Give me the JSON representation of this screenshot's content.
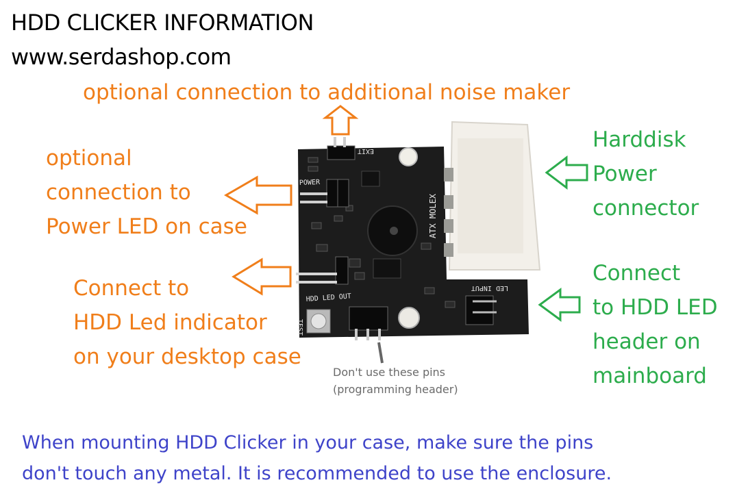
{
  "header": {
    "title": "HDD CLICKER INFORMATION",
    "website": "www.serdashop.com"
  },
  "labels": {
    "noise_maker": "optional connection to additional noise maker",
    "power_led": [
      "optional",
      "connection to",
      "Power LED on case"
    ],
    "hdd_led_out": [
      "Connect to",
      "HDD Led indicator",
      "on  your desktop case"
    ],
    "harddisk_power": [
      "Harddisk",
      "Power",
      "connector"
    ],
    "hdd_led_input": [
      "Connect",
      "to HDD LED",
      "header on",
      "mainboard"
    ],
    "programming_header": [
      "Don't use these pins",
      "(programming header)"
    ]
  },
  "board_silkscreen": {
    "atx_molex": "ATX MOLEX",
    "power": "POWER",
    "hdd_led_out": "HDD LED OUT",
    "led_input": "LED INPUT",
    "exit": "EXIT",
    "test": "TEST"
  },
  "footer": {
    "note_lines": [
      "When mounting HDD Clicker in your case, make sure the pins",
      "don't touch any metal. It is recommended to use the enclosure."
    ]
  },
  "colors": {
    "orange": "#f07e1a",
    "green": "#2cac4c",
    "blue": "#3e43c9",
    "board": "#1c1c1c"
  }
}
